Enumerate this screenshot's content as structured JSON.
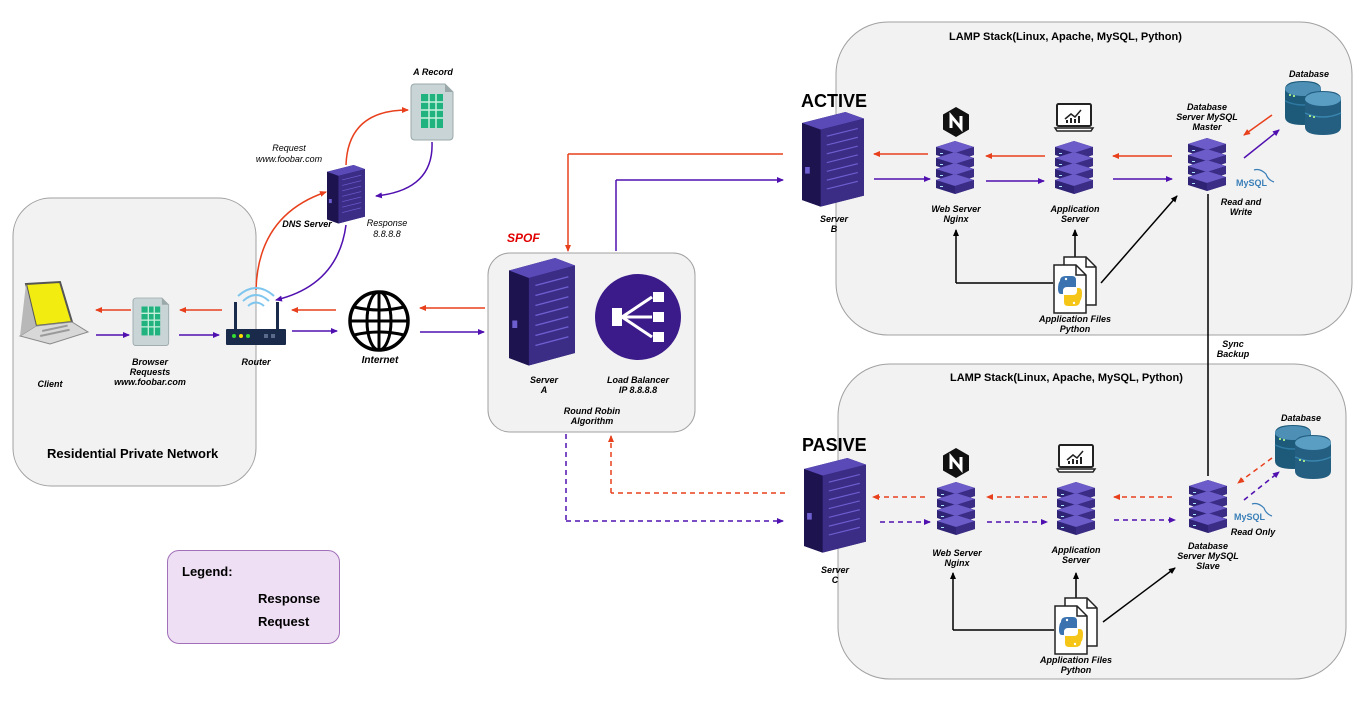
{
  "colors": {
    "response": "#e8401c",
    "request": "#5010b0",
    "server": "#3b2c86",
    "container_fill": "#f2f2f2",
    "legend_fill": "#eedff4"
  },
  "labels": {
    "client": "Client",
    "browser_line1": "Browser",
    "browser_line2": "Requests",
    "browser_line3": "www.foobar.com",
    "router": "Router",
    "internet": "Internet",
    "dns_server": "DNS Server",
    "a_record": "A Record",
    "request_line1": "Request",
    "request_line2": "www.foobar.com",
    "response_line1": "Response",
    "response_line2": "8.8.8.8",
    "residential": "Residential Private Network",
    "spof": "SPOF",
    "server_a_line1": "Server",
    "server_a_line2": "A",
    "lb_line1": "Load Balancer",
    "lb_line2": "IP 8.8.8.8",
    "rr_line1": "Round Robin",
    "rr_line2": "Algorithm",
    "lamp_top": "LAMP Stack(Linux, Apache, MySQL, Python)",
    "lamp_bottom": "LAMP Stack(Linux, Apache, MySQL, Python)",
    "active": "ACTIVE",
    "pasive": "PASIVE",
    "server_b_line1": "Server",
    "server_b_line2": "B",
    "server_c_line1": "Server",
    "server_c_line2": "C",
    "web_line1": "Web Server",
    "web_line2": "Nginx",
    "app_line1": "Application",
    "app_line2": "Server",
    "db_master_line1": "Database",
    "db_master_line2": "Server MySQL",
    "db_master_line3": "Master",
    "db_slave_line1": "Database",
    "db_slave_line2": "Server MySQL",
    "db_slave_line3": "Slave",
    "database": "Database",
    "read_write_line1": "Read and",
    "read_write_line2": "Write",
    "read_only": "Read Only",
    "files_line1": "Application Files",
    "files_line2": "Python",
    "sync_line1": "Sync",
    "sync_line2": "Backup",
    "mysql_logo": "MySQL"
  },
  "legend": {
    "title": "Legend:",
    "response": "Response",
    "request": "Request"
  }
}
